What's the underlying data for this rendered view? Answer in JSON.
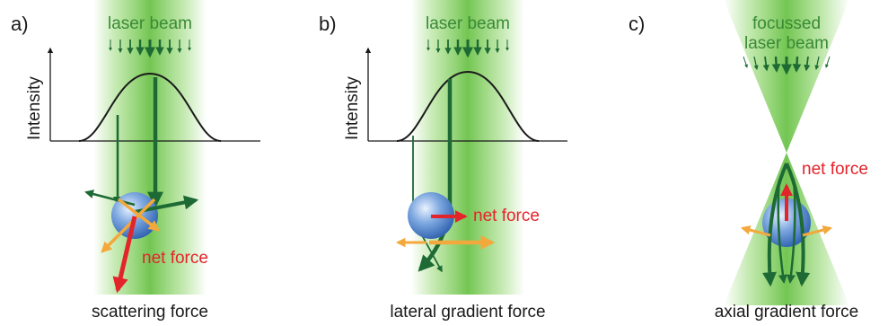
{
  "panels": [
    {
      "label": "a)",
      "beam_lines": [
        "laser beam"
      ],
      "ylabel": "Intensity",
      "force_label": "net force",
      "caption": "scattering force"
    },
    {
      "label": "b)",
      "beam_lines": [
        "laser beam"
      ],
      "ylabel": "Intensity",
      "force_label": "net force",
      "caption": "lateral gradient force"
    },
    {
      "label": "c)",
      "beam_lines": [
        "focussed",
        "laser beam"
      ],
      "force_label": "net force",
      "caption": "axial gradient force"
    }
  ],
  "colors": {
    "beam_green": "#6cc24a",
    "arrow_dark_green": "#1d6a34",
    "label_green": "#3a8a36",
    "net_force_red": "#e3242b",
    "component_orange": "#f3a83b",
    "particle_blue": "#3d77c6"
  }
}
